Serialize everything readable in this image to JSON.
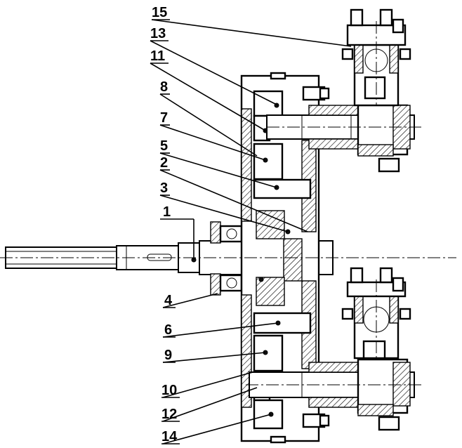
{
  "labels": [
    {
      "id": "15",
      "text": "15"
    },
    {
      "id": "13",
      "text": "13"
    },
    {
      "id": "11",
      "text": "11"
    },
    {
      "id": "8",
      "text": "8"
    },
    {
      "id": "7",
      "text": "7"
    },
    {
      "id": "5",
      "text": "5"
    },
    {
      "id": "2",
      "text": "2"
    },
    {
      "id": "3",
      "text": "3"
    },
    {
      "id": "1",
      "text": "1"
    },
    {
      "id": "4",
      "text": "4"
    },
    {
      "id": "6",
      "text": "6"
    },
    {
      "id": "9",
      "text": "9"
    },
    {
      "id": "10",
      "text": "10"
    },
    {
      "id": "12",
      "text": "12"
    },
    {
      "id": "14",
      "text": "14"
    }
  ]
}
